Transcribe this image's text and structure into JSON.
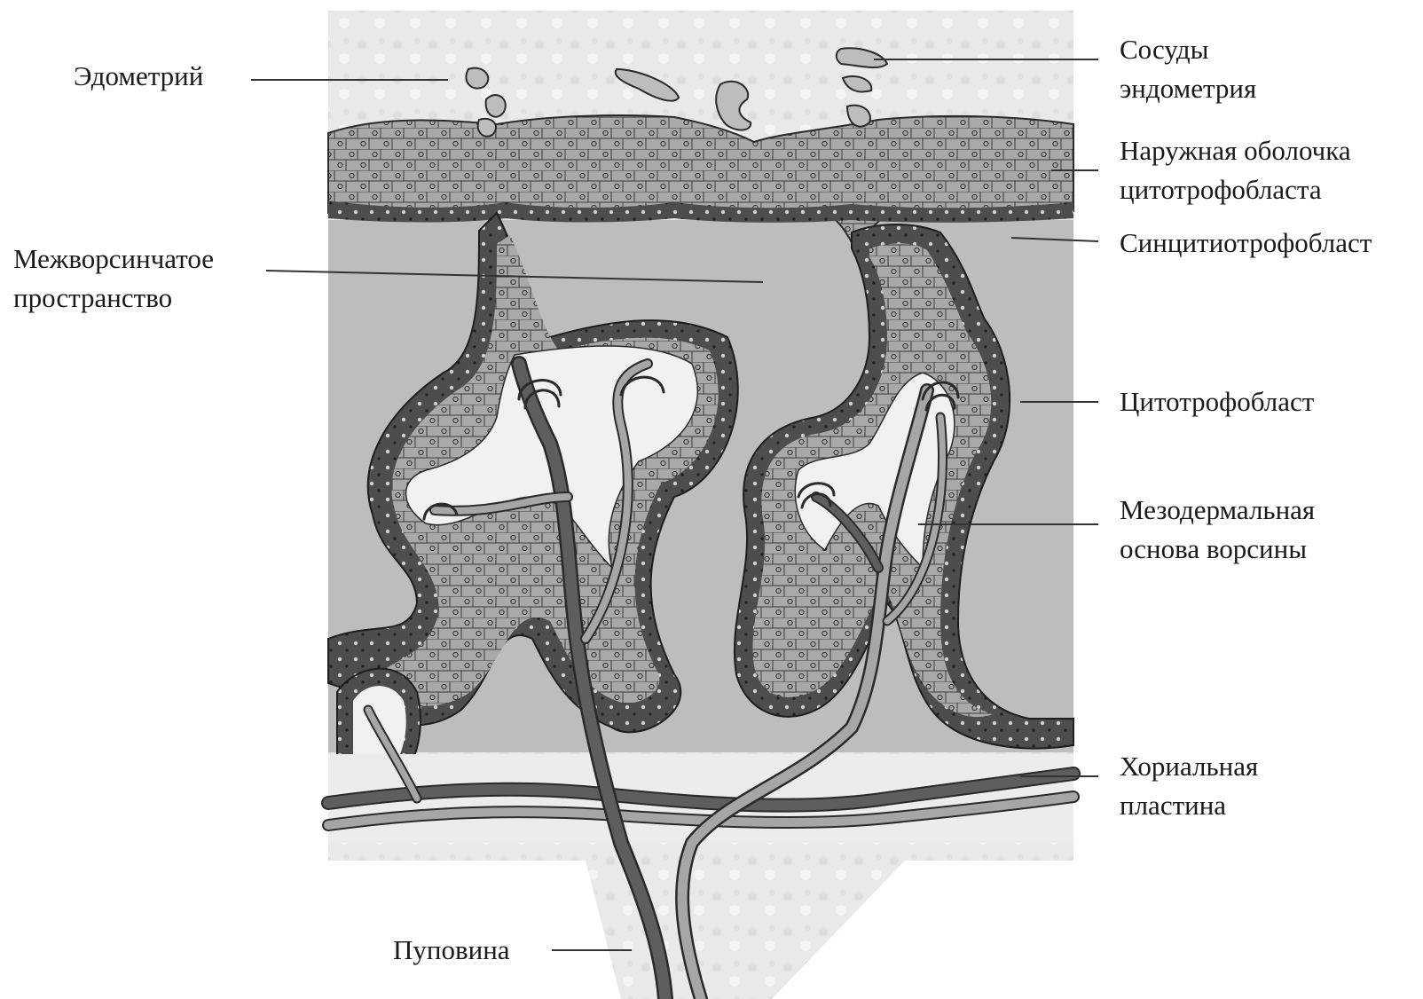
{
  "labels": {
    "endometrium": "Эдометрий",
    "endometrial_vessels": [
      "Сосуды",
      "эндометрия"
    ],
    "outer_cytotrophoblast_shell": [
      "Наружная оболочка",
      "цитотрофобласта"
    ],
    "syncytiotrophoblast": "Синцитиотрофобласт",
    "intervillous_space": [
      "Межворсинчатое",
      "пространство"
    ],
    "cytotrophoblast": "Цитотрофобласт",
    "mesodermal_villus_core": [
      "Мезодермальная",
      "основа ворсины"
    ],
    "chorionic_plate": [
      "Хориальная",
      "пластина"
    ],
    "umbilical_cord": "Пуповина"
  },
  "colors": {
    "endometrium": "#e9e9e9",
    "shell": "#a9a9a9",
    "syncytium": "#4d4d4d",
    "space": "#bdbdbd",
    "core": "#f1f1f1",
    "artery": "#5e5e5e",
    "vein": "#a6a6a6",
    "outline": "#2a2a2a"
  }
}
